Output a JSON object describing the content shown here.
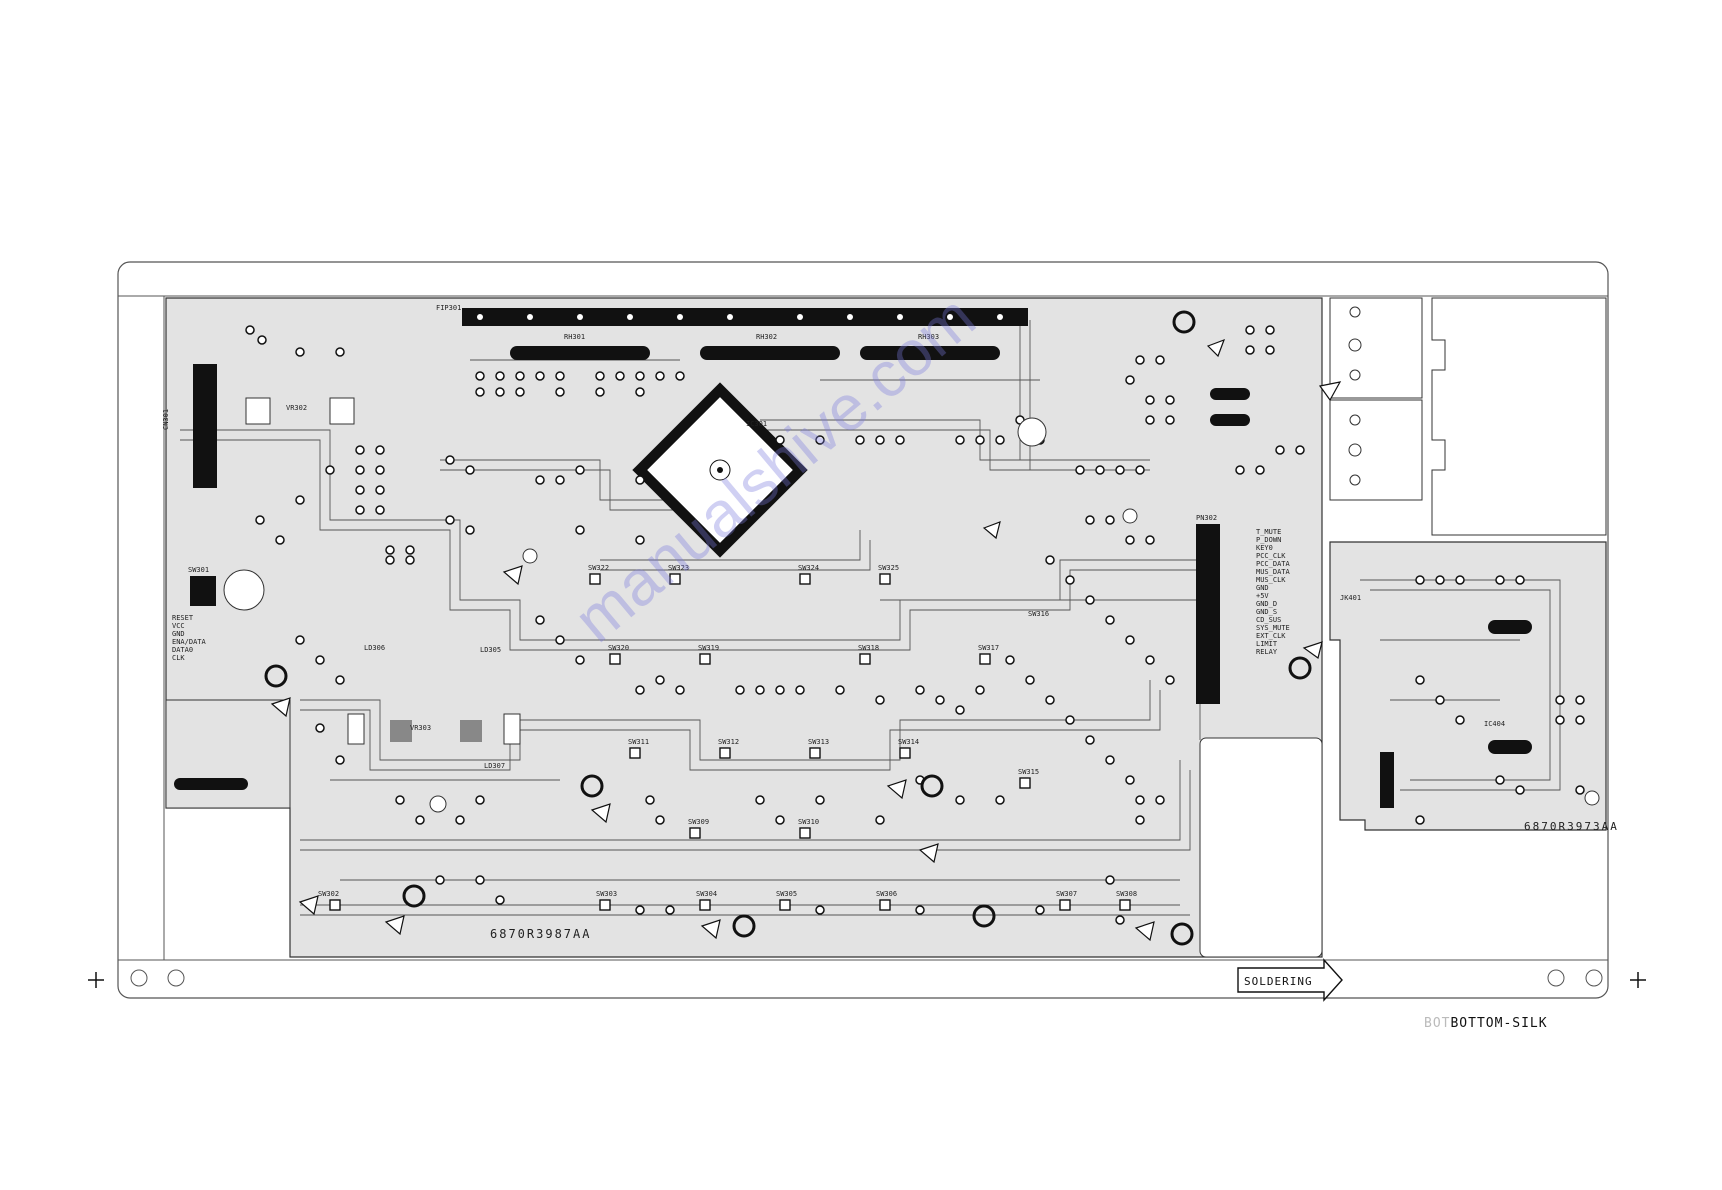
{
  "board": {
    "part_main": "6870R3987AA",
    "part_sub": "6870R3973AA",
    "soldering_label": "SOLDERING",
    "layer_label": "BOTTOM-SILK",
    "layer_ghost": "BOT",
    "watermark": "manualshive.com",
    "connector_labels": [
      "FIP301",
      "RH301",
      "RH302",
      "RH303",
      "IC301",
      "CN301",
      "SW301",
      "PN302",
      "JK401",
      "IC404",
      "VR302",
      "VR303",
      "LD305",
      "LD306",
      "LD307"
    ],
    "switch_labels": [
      "SW322",
      "SW323",
      "SW324",
      "SW325",
      "SW320",
      "SW319",
      "SW318",
      "SW317",
      "SW316",
      "SW311",
      "SW312",
      "SW313",
      "SW314",
      "SW315",
      "SW309",
      "SW310",
      "SW303",
      "SW304",
      "SW305",
      "SW306",
      "SW307",
      "SW308",
      "SW302"
    ],
    "pin_labels_left": [
      "RESET",
      "VCC",
      "GND",
      "ENA/DATA",
      "DATA0",
      "CLK"
    ],
    "pin_labels_right": [
      "T_MUTE",
      "P_DOWN",
      "KEY0",
      "PCC_CLK",
      "PCC_DATA",
      "MUS_DATA",
      "MUS_CLK",
      "GND",
      "+5V",
      "GND_D",
      "GND_S",
      "CD_SUS",
      "SYS_MUTE",
      "EXT_CLK",
      "LIMIT",
      "RELAY"
    ],
    "colors": {
      "board": "#e3e3e3",
      "outline": "#555",
      "trace": "#444",
      "pad": "#111"
    }
  }
}
